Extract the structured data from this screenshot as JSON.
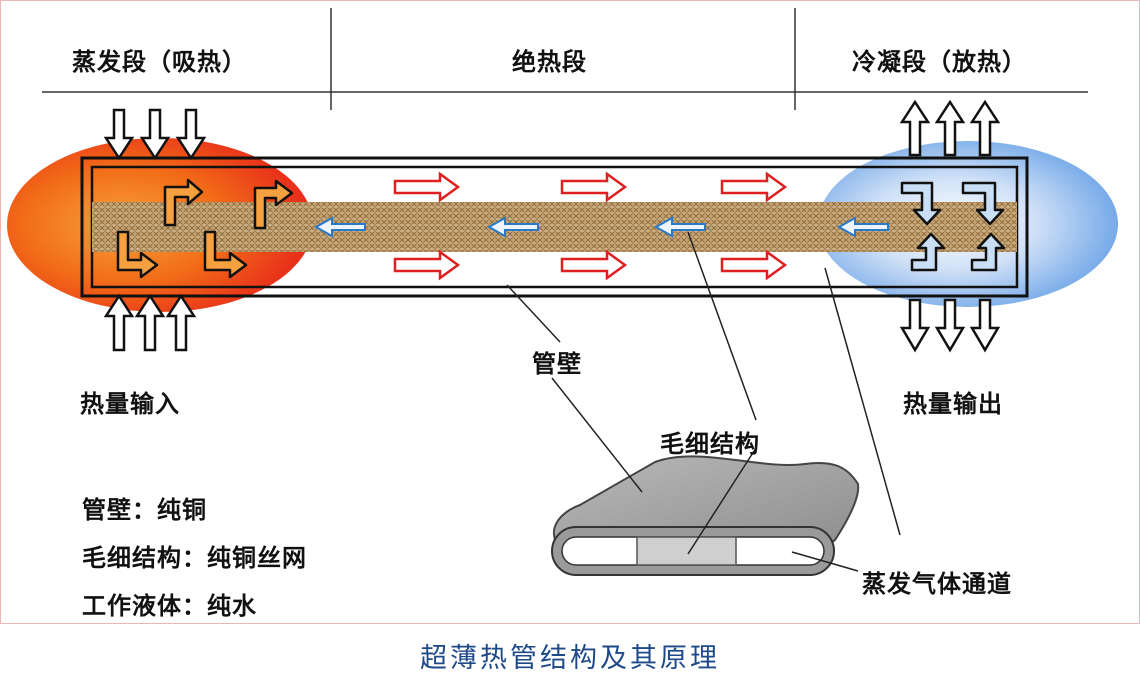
{
  "sections": {
    "evaporator": "蒸发段（吸热）",
    "adiabatic": "绝热段",
    "condenser": "冷凝段（放热）"
  },
  "labels": {
    "heat_in": "热量输入",
    "heat_out": "热量输出",
    "wall": "管壁",
    "wick": "毛细结构",
    "vapor_channel": "蒸发气体通道"
  },
  "materials": [
    "管壁：纯铜",
    "毛细结构：纯铜丝网",
    "工作液体：纯水"
  ],
  "caption": "超薄热管结构及其原理",
  "colors": {
    "hot": "#f05a14",
    "cold": "#6aa5e6",
    "vapor_arrow": "#e02020",
    "liquid_arrow": "#2a78c8",
    "wick": "#c8a674",
    "caption": "#1f4a8a"
  }
}
